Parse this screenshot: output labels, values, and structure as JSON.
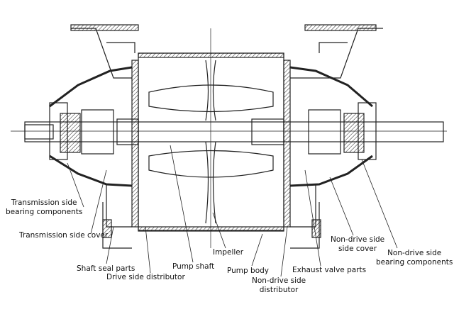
{
  "labels": {
    "transmission_bearing": [
      "Transmission side",
      "bearing components"
    ],
    "transmission_cover": "Transmission side cover",
    "shaft_seal": "Shaft seal parts",
    "drive_distributor": "Drive side distributor",
    "pump_shaft": "Pump shaft",
    "impeller": "Impeller",
    "pump_body": "Pump body",
    "nondrive_distributor": [
      "Non-drive side",
      "distributor"
    ],
    "exhaust_valve": "Exhaust valve parts",
    "nondrive_cover": [
      "Non-drive side",
      "side cover"
    ],
    "nondrive_bearing": [
      "Non-drive side",
      "bearing components"
    ]
  }
}
